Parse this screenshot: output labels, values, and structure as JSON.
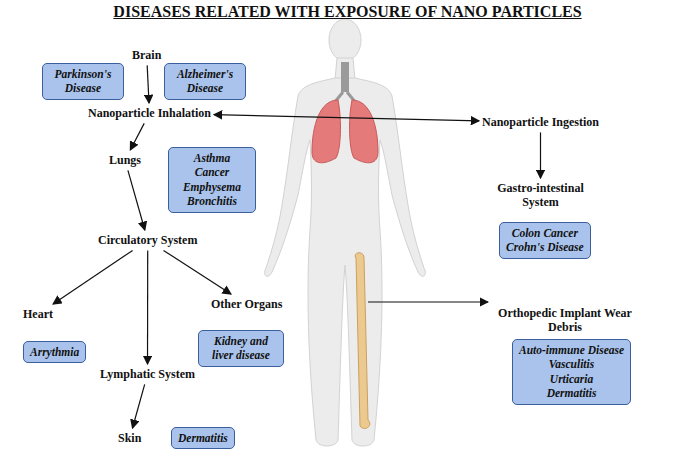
{
  "diagram": {
    "title": "DISEASES RELATED WITH EXPOSURE OF NANO PARTICLES",
    "nodes": [
      {
        "text": [
          "Brain"
        ]
      },
      {
        "text": [
          "Parkinson's Disease"
        ]
      },
      {
        "text": [
          "Alzheimer's Disease"
        ]
      },
      {
        "text": [
          "Nanoparticle Inhalation"
        ]
      },
      {
        "text": [
          "Lungs"
        ]
      },
      {
        "text": [
          "Asthma",
          "Cancer",
          "Emphysema",
          "Bronchitis"
        ]
      },
      {
        "text": [
          "Circulatory System"
        ]
      },
      {
        "text": [
          "Heart"
        ]
      },
      {
        "text": [
          "Arrythmia"
        ]
      },
      {
        "text": [
          "Other Organs"
        ]
      },
      {
        "text": [
          "Kidney and liver disease"
        ]
      },
      {
        "text": [
          "Lymphatic System"
        ]
      },
      {
        "text": [
          "Skin"
        ]
      },
      {
        "text": [
          "Dermatitis"
        ]
      },
      {
        "text": [
          "Nanoparticle Ingestion"
        ]
      },
      {
        "text": [
          "Gastro-intestinal System"
        ]
      },
      {
        "text": [
          "Colon Cancer",
          "Crohn's Disease"
        ]
      },
      {
        "text": [
          "Orthopedic Implant Wear Debris"
        ]
      },
      {
        "text": [
          "Auto-immune Disease",
          "Vasculitis",
          "Urticaria",
          "Dermatitis"
        ]
      }
    ],
    "edges": [
      {
        "from": 0,
        "to": 3,
        "arrow": "to"
      },
      {
        "from": 3,
        "to": 14,
        "arrow": "both"
      },
      {
        "from": 3,
        "to": 4,
        "arrow": "to"
      },
      {
        "from": 4,
        "to": 6,
        "arrow": "to"
      },
      {
        "from": 6,
        "to": 7,
        "arrow": "to"
      },
      {
        "from": 6,
        "to": 11,
        "arrow": "to"
      },
      {
        "from": 6,
        "to": 9,
        "arrow": "to"
      },
      {
        "from": 11,
        "to": 12,
        "arrow": "to"
      },
      {
        "from": 14,
        "to": 15,
        "arrow": "to"
      }
    ]
  }
}
